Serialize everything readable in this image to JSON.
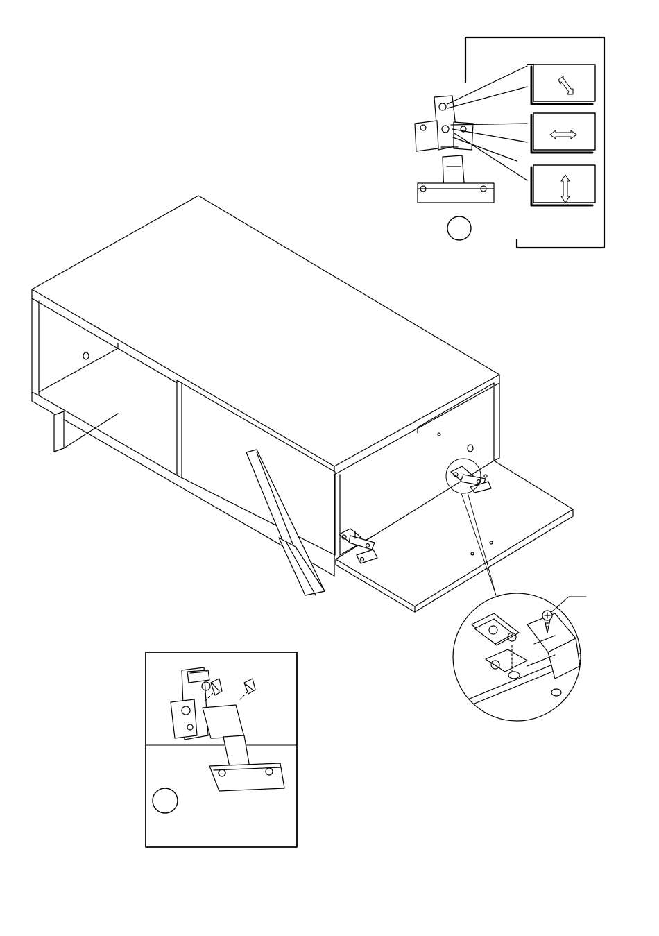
{
  "page": {
    "background": "#ffffff",
    "ink": "#000000"
  },
  "callouts": {
    "adjustment_step_marker": "",
    "mounting_step_marker": ""
  },
  "adjustment_panel": {
    "directions": [
      {
        "name": "depth",
        "arrow": "diagonal-double-arrow-icon"
      },
      {
        "name": "side",
        "arrow": "horizontal-double-arrow-icon"
      },
      {
        "name": "height",
        "arrow": "vertical-double-arrow-icon"
      }
    ]
  },
  "parts": {
    "cabinet": "tv-stand-with-drop-down-door",
    "hinges": "concealed-cabinet-hinge",
    "screws": "countersunk-wood-screw"
  }
}
